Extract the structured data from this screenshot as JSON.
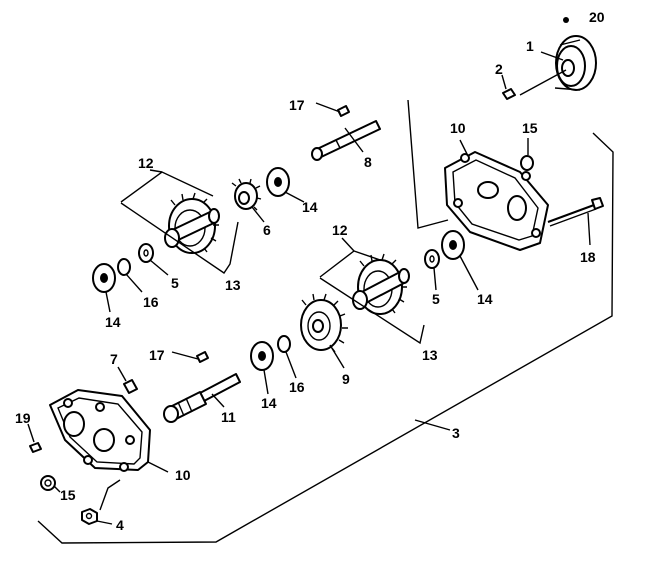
{
  "callouts": [
    {
      "id": "c20a",
      "text": "20"
    },
    {
      "id": "c1",
      "text": "1"
    },
    {
      "id": "c2",
      "text": "2"
    },
    {
      "id": "c17a",
      "text": "17"
    },
    {
      "id": "c8",
      "text": "8"
    },
    {
      "id": "c10a",
      "text": "10"
    },
    {
      "id": "c15a",
      "text": "15"
    },
    {
      "id": "c12a",
      "text": "12"
    },
    {
      "id": "c14a",
      "text": "14"
    },
    {
      "id": "c6",
      "text": "6"
    },
    {
      "id": "c18",
      "text": "18"
    },
    {
      "id": "c5a",
      "text": "5"
    },
    {
      "id": "c13a",
      "text": "13"
    },
    {
      "id": "c16a",
      "text": "16"
    },
    {
      "id": "c14b",
      "text": "14"
    },
    {
      "id": "c12b",
      "text": "12"
    },
    {
      "id": "c5b",
      "text": "5"
    },
    {
      "id": "c14c",
      "text": "14"
    },
    {
      "id": "c13b",
      "text": "13"
    },
    {
      "id": "c7",
      "text": "7"
    },
    {
      "id": "c17b",
      "text": "17"
    },
    {
      "id": "c9",
      "text": "9"
    },
    {
      "id": "c16b",
      "text": "16"
    },
    {
      "id": "c14d",
      "text": "14"
    },
    {
      "id": "c11",
      "text": "11"
    },
    {
      "id": "c19",
      "text": "19"
    },
    {
      "id": "c3",
      "text": "3"
    },
    {
      "id": "c15b",
      "text": "15"
    },
    {
      "id": "c10b",
      "text": "10"
    },
    {
      "id": "c4",
      "text": "4"
    }
  ]
}
